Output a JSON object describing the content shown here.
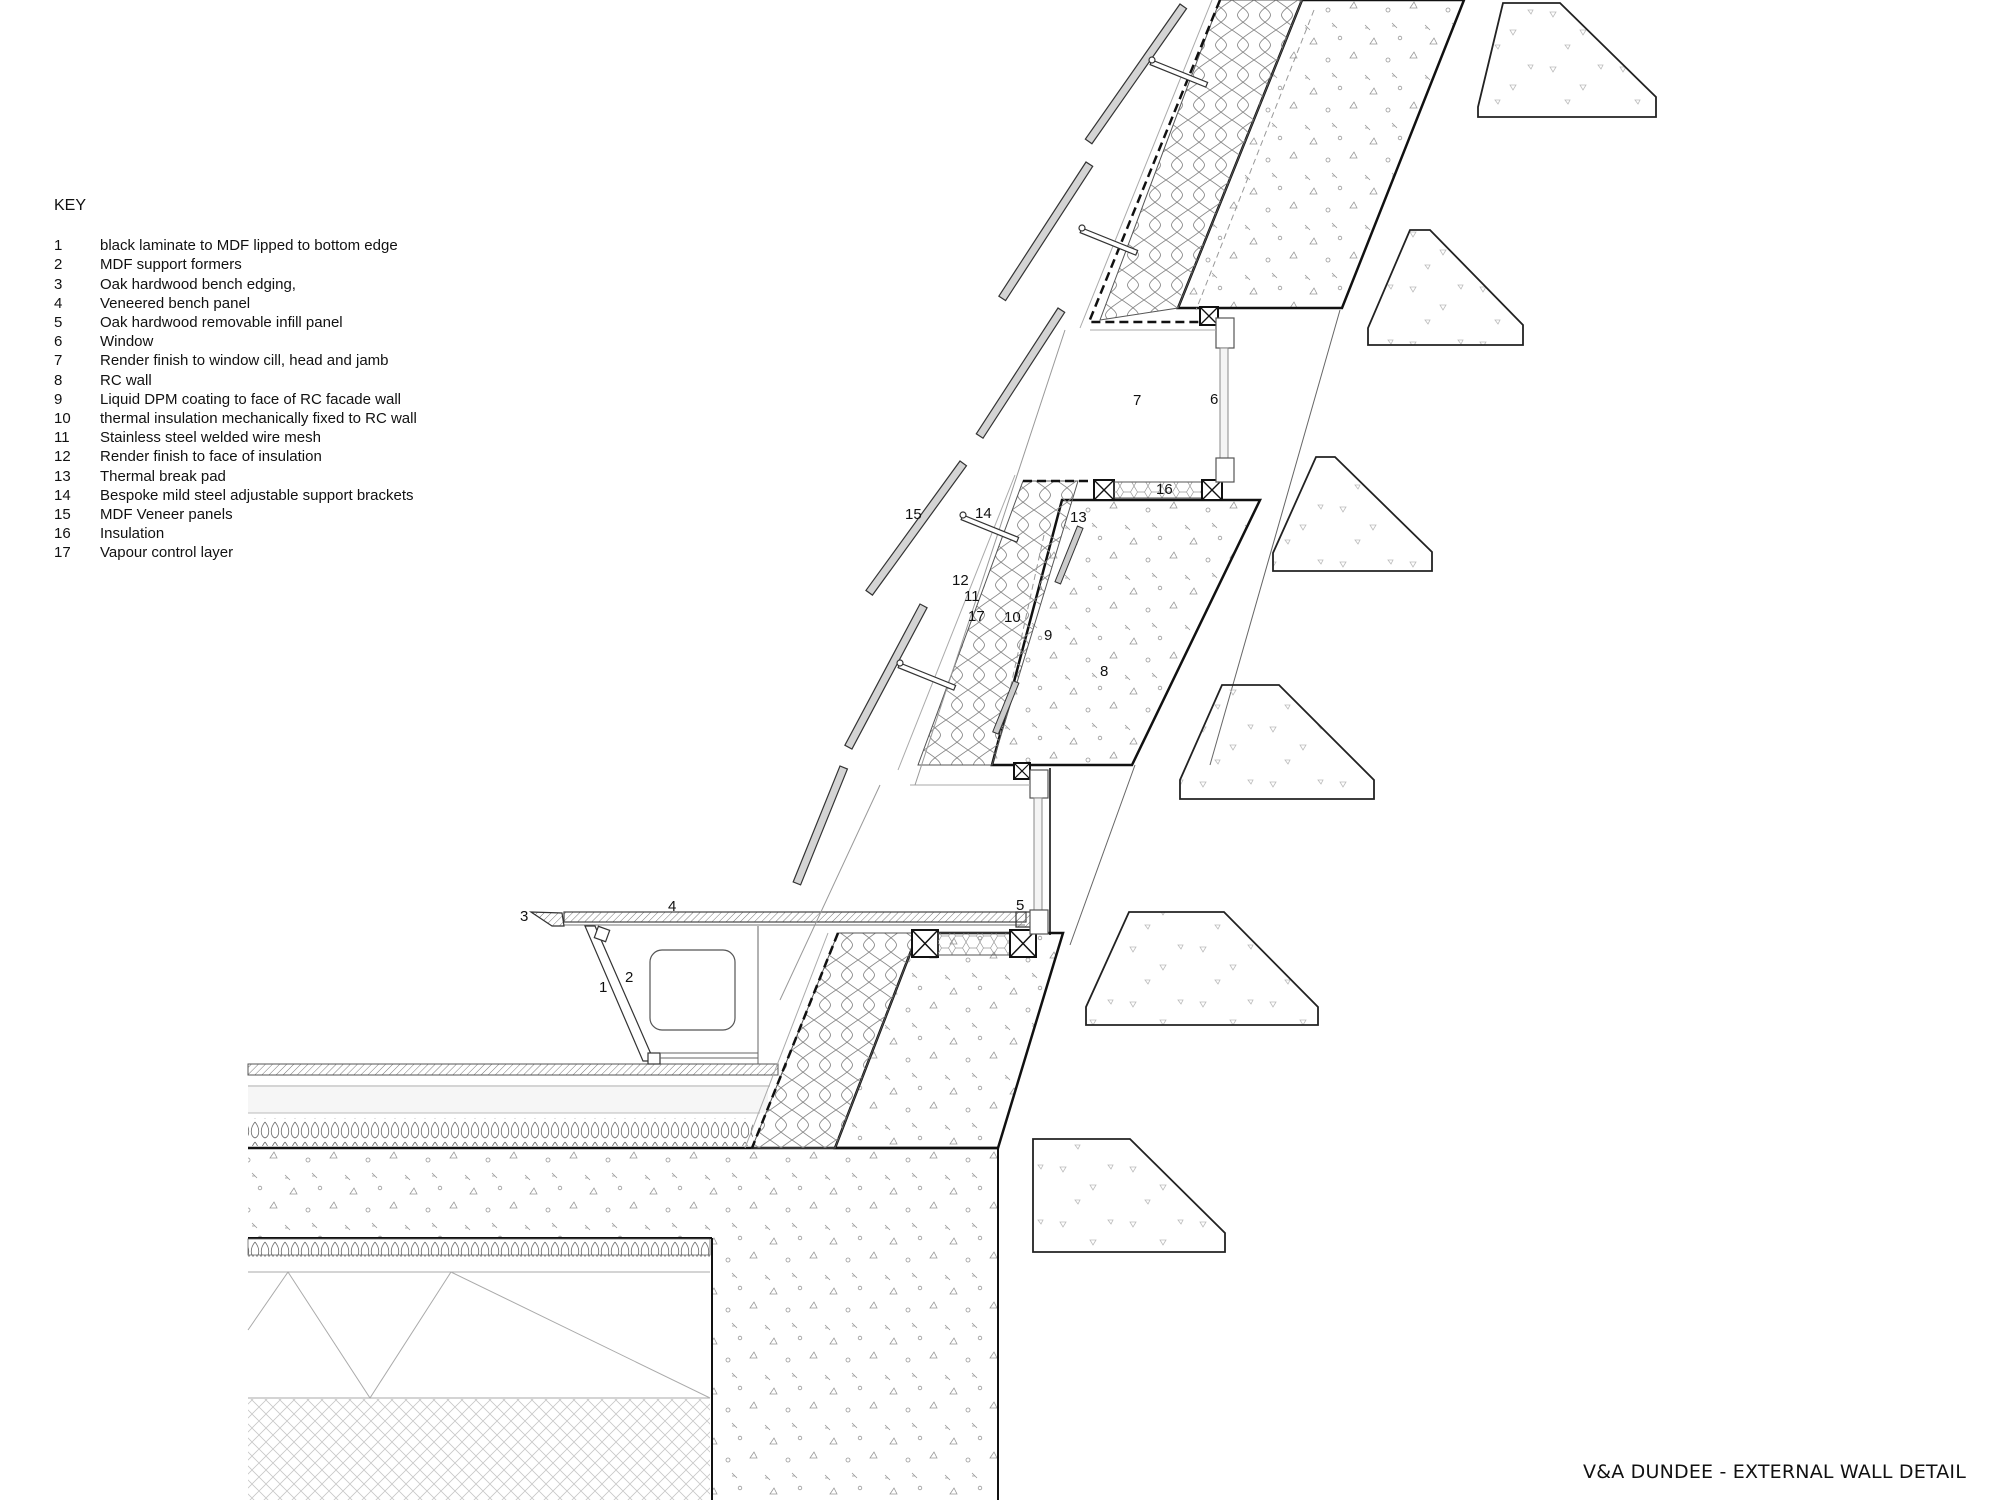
{
  "key": {
    "title": "KEY",
    "items": [
      {
        "num": "1",
        "text": "black laminate to MDF lipped to bottom edge"
      },
      {
        "num": "2",
        "text": "MDF support formers"
      },
      {
        "num": "3",
        "text": "Oak hardwood bench edging,"
      },
      {
        "num": "4",
        "text": "Veneered bench panel"
      },
      {
        "num": "5",
        "text": "Oak hardwood removable infill panel"
      },
      {
        "num": "6",
        "text": "Window"
      },
      {
        "num": "7",
        "text": "Render finish to window cill, head and jamb"
      },
      {
        "num": "8",
        "text": "RC wall"
      },
      {
        "num": "9",
        "text": "Liquid DPM coating to face of RC facade wall"
      },
      {
        "num": "10",
        "text": "thermal insulation mechanically fixed to RC wall"
      },
      {
        "num": "11",
        "text": "Stainless steel welded wire mesh"
      },
      {
        "num": "12",
        "text": "Render finish to face of insulation"
      },
      {
        "num": "13",
        "text": "Thermal break pad"
      },
      {
        "num": "14",
        "text": "Bespoke mild steel adjustable support brackets"
      },
      {
        "num": "15",
        "text": "MDF Veneer panels"
      },
      {
        "num": "16",
        "text": "Insulation"
      },
      {
        "num": "17",
        "text": "Vapour control layer"
      }
    ]
  },
  "callouts": {
    "c1": "1",
    "c2": "2",
    "c3": "3",
    "c4": "4",
    "c5": "5",
    "c6": "6",
    "c7": "7",
    "c8": "8",
    "c9": "9",
    "c10": "10",
    "c11": "11",
    "c12": "12",
    "c13": "13",
    "c14": "14",
    "c15": "15",
    "c16": "16",
    "c17": "17"
  },
  "title_block": {
    "title": "V&A DUNDEE - EXTERNAL WALL DETAIL"
  },
  "colors": {
    "line": "#111111",
    "light_line": "#9a9a9a",
    "panel_fill": "#d4d4d4"
  }
}
